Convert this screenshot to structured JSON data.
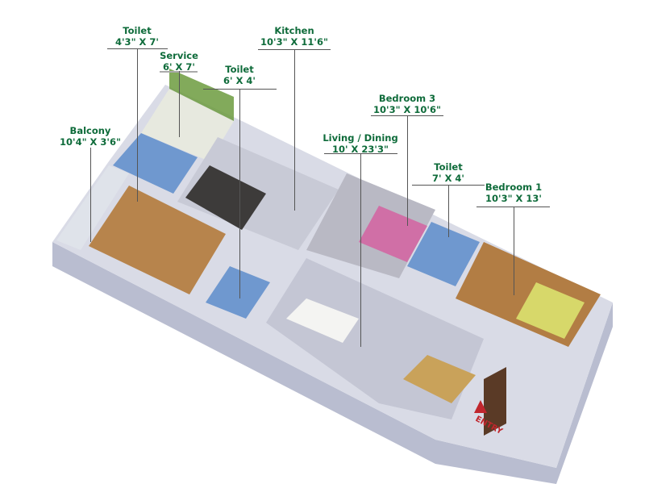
{
  "rooms": [
    {
      "name": "Toilet",
      "size": "4'3\" X 7'"
    },
    {
      "name": "Service",
      "size": "6' X 7'"
    },
    {
      "name": "Kitchen",
      "size": "10'3\" X 11'6\""
    },
    {
      "name": "Toilet",
      "size": "6' X 4'"
    },
    {
      "name": "Balcony",
      "size": "10'4\" X 3'6\""
    },
    {
      "name": "Living / Dining",
      "size": "10' X 23'3\""
    },
    {
      "name": "Bedroom 3",
      "size": "10'3\" X 10'6\""
    },
    {
      "name": "Toilet",
      "size": "7' X 4'"
    },
    {
      "name": "Bedroom 1",
      "size": "10'3\" X 13'"
    }
  ],
  "entry_label": "ENTRY",
  "colors": {
    "label": "#0e6b3a",
    "entry": "#c0262d"
  }
}
